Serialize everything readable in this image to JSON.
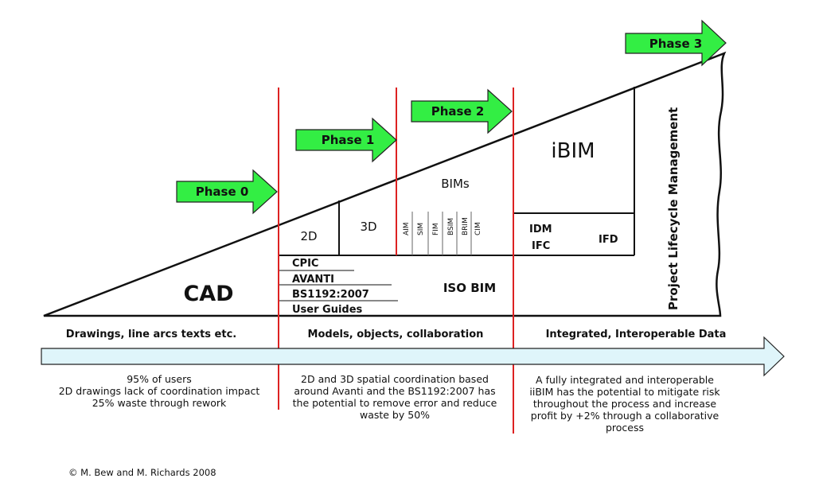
{
  "phases": [
    "Phase 0",
    "Phase 1",
    "Phase 2",
    "Phase 3"
  ],
  "cad_label": "CAD",
  "level1": {
    "label_2d": "2D",
    "label_3d": "3D",
    "standards": [
      "CPIC",
      "AVANTI",
      "BS1192:2007",
      "User Guides"
    ]
  },
  "level2": {
    "bims_label": "BIMs",
    "bims_types": [
      "AIM",
      "SIM",
      "FIM",
      "BSIM",
      "BRIM",
      "CIM"
    ],
    "iso_bim": "ISO BIM"
  },
  "level3": {
    "ibim": "iBIM",
    "idm": "IDM",
    "ifc": "IFC",
    "ifd": "IFD",
    "plm": "Project Lifecycle Management"
  },
  "bands": [
    "Drawings, line arcs texts etc.",
    "Models, objects, collaboration",
    "Integrated, Interoperable Data"
  ],
  "notes": {
    "col1": [
      "95% of users",
      "2D drawings lack of coordination impact",
      "25% waste through rework"
    ],
    "col2": [
      "2D and 3D spatial coordination based",
      "around Avanti and the BS1192:2007 has",
      "the potential to remove error and reduce",
      "waste by 50%"
    ],
    "col3": [
      "A fully integrated and interoperable",
      "iiBIM has the potential to mitigate risk",
      "throughout the process and increase",
      "profit by +2% through a collaborative",
      "process"
    ]
  },
  "copyright": "© M. Bew and M. Richards 2008",
  "colors": {
    "phase_green": "#33ee44",
    "divider_red": "#dd2222",
    "timeline_fill": "#dff5fa"
  }
}
